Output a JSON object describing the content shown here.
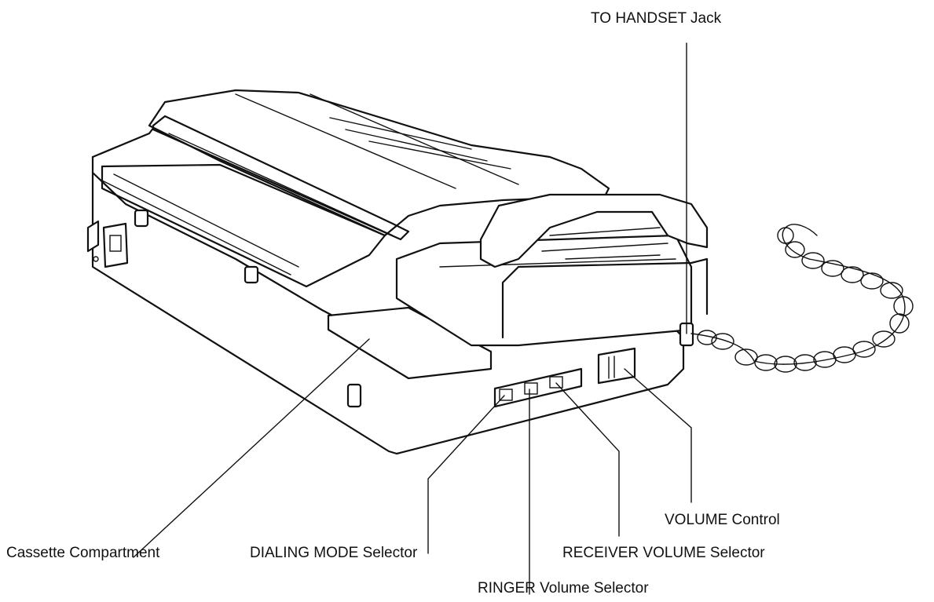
{
  "labels": {
    "handset_jack": "TO HANDSET Jack",
    "volume_control": "VOLUME Control",
    "cassette_compartment": "Cassette Compartment",
    "dialing_mode": "DIALING MODE Selector",
    "receiver_volume": "RECEIVER VOLUME Selector",
    "ringer_volume": "RINGER Volume Selector"
  }
}
